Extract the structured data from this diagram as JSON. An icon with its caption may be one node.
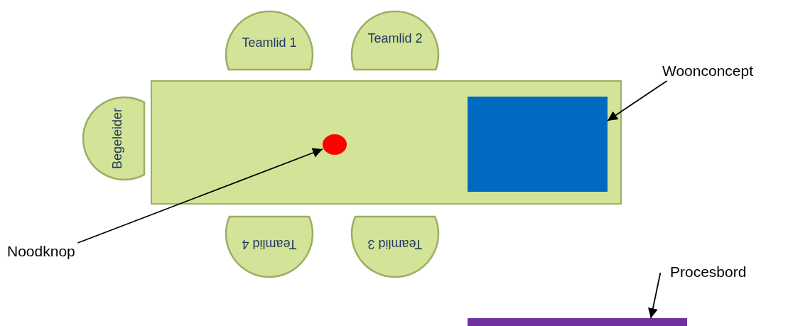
{
  "diagram": {
    "nodes": [
      {
        "text": [
          "Teamlid 1"
        ]
      },
      {
        "text": [
          "Teamlid 2"
        ]
      },
      {
        "text": [
          "Woonconcept"
        ]
      },
      {
        "text": [
          "Begeleider"
        ]
      },
      {
        "text": [],
        "shape": "box"
      },
      {
        "text": [],
        "shape": "circle",
        "in": 4
      },
      {
        "text": [],
        "shape": "box",
        "in": 4
      },
      {
        "text": [
          "Noodknop"
        ]
      },
      {
        "text": [
          "Teamlid 4"
        ]
      },
      {
        "text": [
          "Teamlid 3"
        ]
      },
      {
        "text": [
          "Procesbord"
        ]
      },
      {
        "text": [],
        "shape": "bar"
      }
    ],
    "edges": [
      {
        "from": 2,
        "to": 6,
        "arrow": "to"
      },
      {
        "from": 7,
        "to": 5,
        "arrow": "to"
      },
      {
        "from": 10,
        "to": 11,
        "arrow": "to"
      }
    ]
  }
}
